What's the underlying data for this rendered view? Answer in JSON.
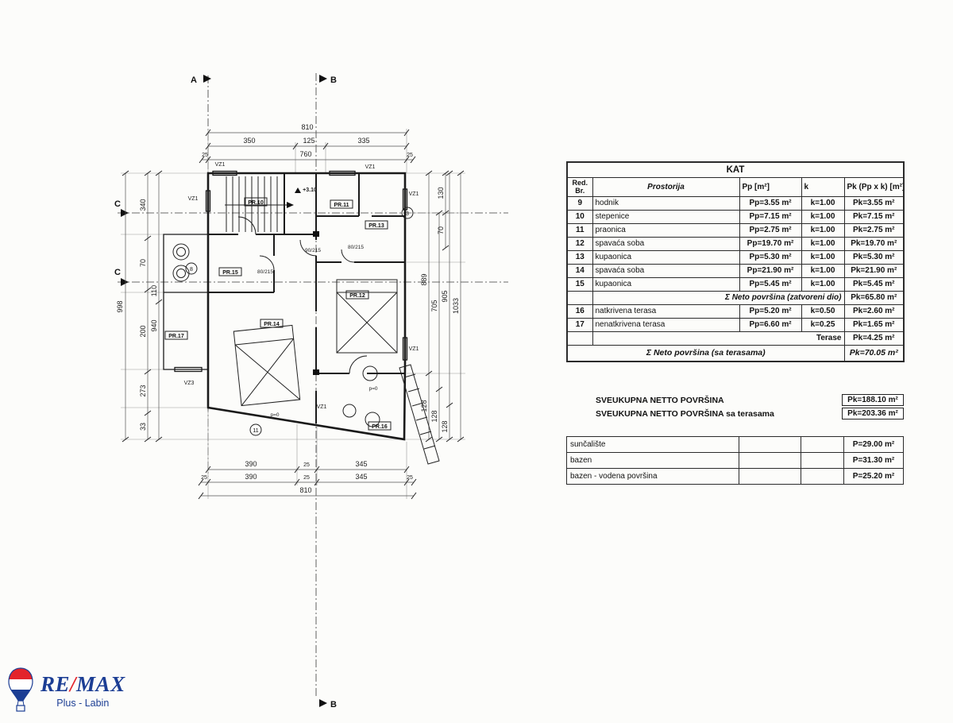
{
  "table": {
    "title": "KAT",
    "headers": {
      "red": "Red.",
      "br": "Br.",
      "room": "Prostorija",
      "pp": "Pp [m²]",
      "k": "k",
      "pk": "Pk (Pp x k) [m²]"
    },
    "rows": [
      {
        "br": "9",
        "room": "hodnik",
        "pp": "Pp=3.55 m²",
        "k": "k=1.00",
        "pk": "Pk=3.55 m²"
      },
      {
        "br": "10",
        "room": "stepenice",
        "pp": "Pp=7.15 m²",
        "k": "k=1.00",
        "pk": "Pk=7.15 m²"
      },
      {
        "br": "11",
        "room": "praonica",
        "pp": "Pp=2.75 m²",
        "k": "k=1.00",
        "pk": "Pk=2.75 m²"
      },
      {
        "br": "12",
        "room": "spavaća soba",
        "pp": "Pp=19.70 m²",
        "k": "k=1.00",
        "pk": "Pk=19.70 m²"
      },
      {
        "br": "13",
        "room": "kupaonica",
        "pp": "Pp=5.30 m²",
        "k": "k=1.00",
        "pk": "Pk=5.30 m²"
      },
      {
        "br": "14",
        "room": "spavaća soba",
        "pp": "Pp=21.90 m²",
        "k": "k=1.00",
        "pk": "Pk=21.90 m²"
      },
      {
        "br": "15",
        "room": "kupaonica",
        "pp": "Pp=5.45 m²",
        "k": "k=1.00",
        "pk": "Pk=5.45 m²"
      }
    ],
    "subtotal_closed": {
      "label": "Σ Neto površina (zatvoreni dio)",
      "value": "Pk=65.80 m²"
    },
    "rows_terrace": [
      {
        "br": "16",
        "room": "natkrivena terasa",
        "pp": "Pp=5.20 m²",
        "k": "k=0.50",
        "pk": "Pk=2.60 m²"
      },
      {
        "br": "17",
        "room": "nenatkrivena terasa",
        "pp": "Pp=6.60 m²",
        "k": "k=0.25",
        "pk": "Pk=1.65 m²"
      }
    ],
    "terase": {
      "label": "Terase",
      "value": "Pk=4.25 m²"
    },
    "total": {
      "label": "Σ Neto površina (sa terasama)",
      "value": "Pk=70.05 m²"
    }
  },
  "summary": {
    "line1_label": "SVEUKUPNA NETTO POVRŠINA",
    "line1_value": "Pk=188.10 m²",
    "line2_label": "SVEUKUPNA NETTO POVRŠINA sa terasama",
    "line2_value": "Pk=203.36 m²"
  },
  "pool_table": {
    "rows": [
      {
        "label": "sunčalište",
        "value": "P=29.00 m²"
      },
      {
        "label": "bazen",
        "value": "P=31.30 m²"
      },
      {
        "label": "bazen - vodena površina",
        "value": "P=25.20 m²"
      }
    ]
  },
  "plan": {
    "sections": {
      "a": "A",
      "b": "B",
      "c": "C"
    },
    "level": "+3.10",
    "dims": {
      "d810t": "810",
      "d350": "350",
      "d125": "125",
      "d335": "335",
      "d760": "760",
      "d25": "25",
      "d998": "998",
      "d340": "340",
      "d70l": "70",
      "d110": "110",
      "d940": "940",
      "d200": "200",
      "d273": "273",
      "d33": "33",
      "d130": "130",
      "d70r": "70",
      "d889": "889",
      "d705": "705",
      "d905": "905",
      "d1033": "1033",
      "d128": "128",
      "d390": "390",
      "d345": "345",
      "d810b": "810"
    },
    "rooms": {
      "pr10": "PR.10",
      "pr11": "PR.11",
      "pr12": "PR.12",
      "pr13": "PR.13",
      "pr14": "PR.14",
      "pr15": "PR.15",
      "pr16": "PR.16",
      "pr17": "PR.17"
    },
    "marks": {
      "vz1": "VZ1",
      "vz3": "VZ3",
      "p0": "p=0",
      "door90": "90/215",
      "door80": "80/215"
    },
    "bubbles": {
      "b3": "3",
      "b8": "8",
      "b11": "11"
    }
  },
  "logo": {
    "re": "RE",
    "slash": "/",
    "max": "MAX",
    "sub": "Plus - Labin",
    "colors": {
      "blue": "#1c3e94",
      "red": "#e3242b"
    }
  }
}
